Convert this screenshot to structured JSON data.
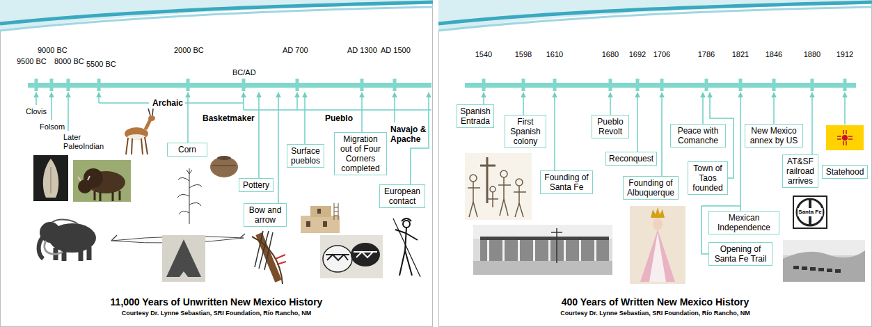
{
  "diagram": {
    "nodes": [
      {
        "text": [
          "Corn"
        ]
      },
      {
        "text": [
          "Pottery"
        ]
      },
      {
        "text": [
          "Bow and arrow"
        ]
      },
      {
        "text": [
          "Surface pueblos"
        ]
      },
      {
        "text": [
          "Migration out of Four Corners completed"
        ]
      },
      {
        "text": [
          "European contact"
        ]
      },
      {
        "text": [
          "Spanish Entrada"
        ]
      },
      {
        "text": [
          "First Spanish colony"
        ]
      },
      {
        "text": [
          "Founding of Santa Fe"
        ]
      },
      {
        "text": [
          "Pueblo Revolt"
        ]
      },
      {
        "text": [
          "Reconquest"
        ]
      },
      {
        "text": [
          "Founding of Albuquerque"
        ]
      },
      {
        "text": [
          "Peace with Comanche"
        ]
      },
      {
        "text": [
          "Town of Taos founded"
        ]
      },
      {
        "text": [
          "Mexican Independence"
        ]
      },
      {
        "text": [
          "Opening of Santa Fe Trail"
        ]
      },
      {
        "text": [
          "New Mexico annex by US"
        ]
      },
      {
        "text": [
          "AT&SF railroad arrives"
        ]
      },
      {
        "text": [
          "Statehood"
        ]
      }
    ],
    "labels": [
      "9500 BC",
      "9000 BC",
      "8000 BC",
      "5500 BC",
      "2000 BC",
      "BC/AD",
      "AD 700",
      "AD 1300",
      "AD 1500",
      "Clovis",
      "Folsom",
      "Later PaleoIndian",
      "Archaic",
      "Basketmaker",
      "Pueblo",
      "Navajo & Apache",
      "1540",
      "1598",
      "1610",
      "1680",
      "1692",
      "1706",
      "1786",
      "1821",
      "1846",
      "1880",
      "1912",
      "Santa Fe",
      "11,000 Years of Unwritten New Mexico History",
      "Courtesy Dr. Lynne Sebastian, SRI Foundation, Río Rancho, NM",
      "400 Years of Written New Mexico History",
      "Courtesy Dr. Lynne Sebastian, SRI Foundation, Río Rancho, NM"
    ]
  }
}
